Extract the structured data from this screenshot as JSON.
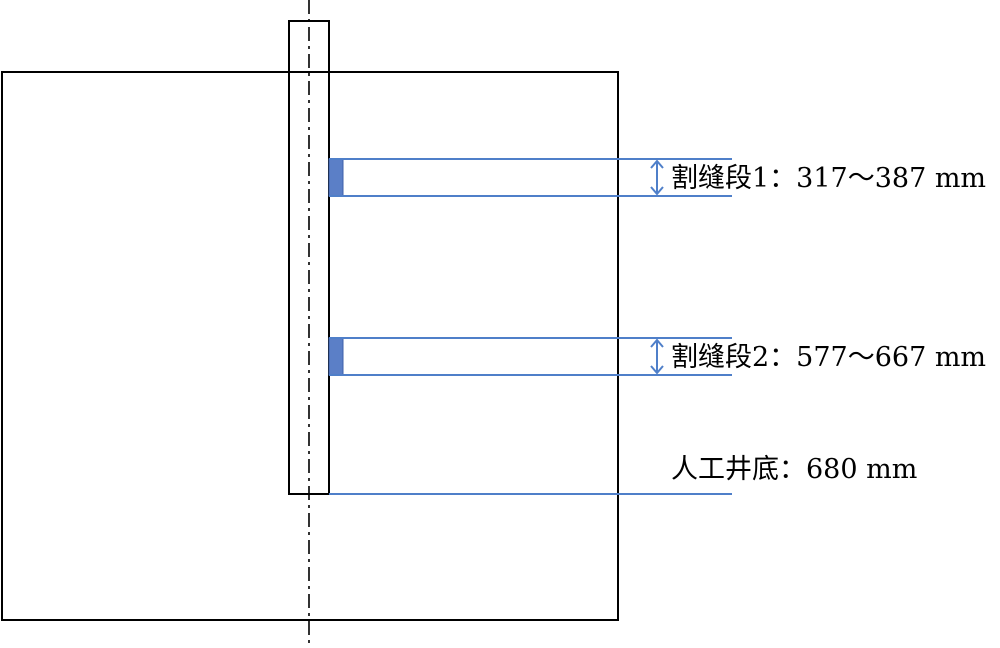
{
  "diagram": {
    "colors": {
      "outline": "#000000",
      "guide_line": "#4f7fc9",
      "slot_fill": "#5b7fc7",
      "arrow": "#4f7fc9"
    },
    "segments": [
      {
        "label": "割缝段1：317～387 mm",
        "from_mm": 317,
        "to_mm": 387
      },
      {
        "label": "割缝段2：577～667 mm",
        "from_mm": 577,
        "to_mm": 667
      }
    ],
    "bottom": {
      "label": "人工井底：680 mm",
      "depth_mm": 680
    }
  }
}
